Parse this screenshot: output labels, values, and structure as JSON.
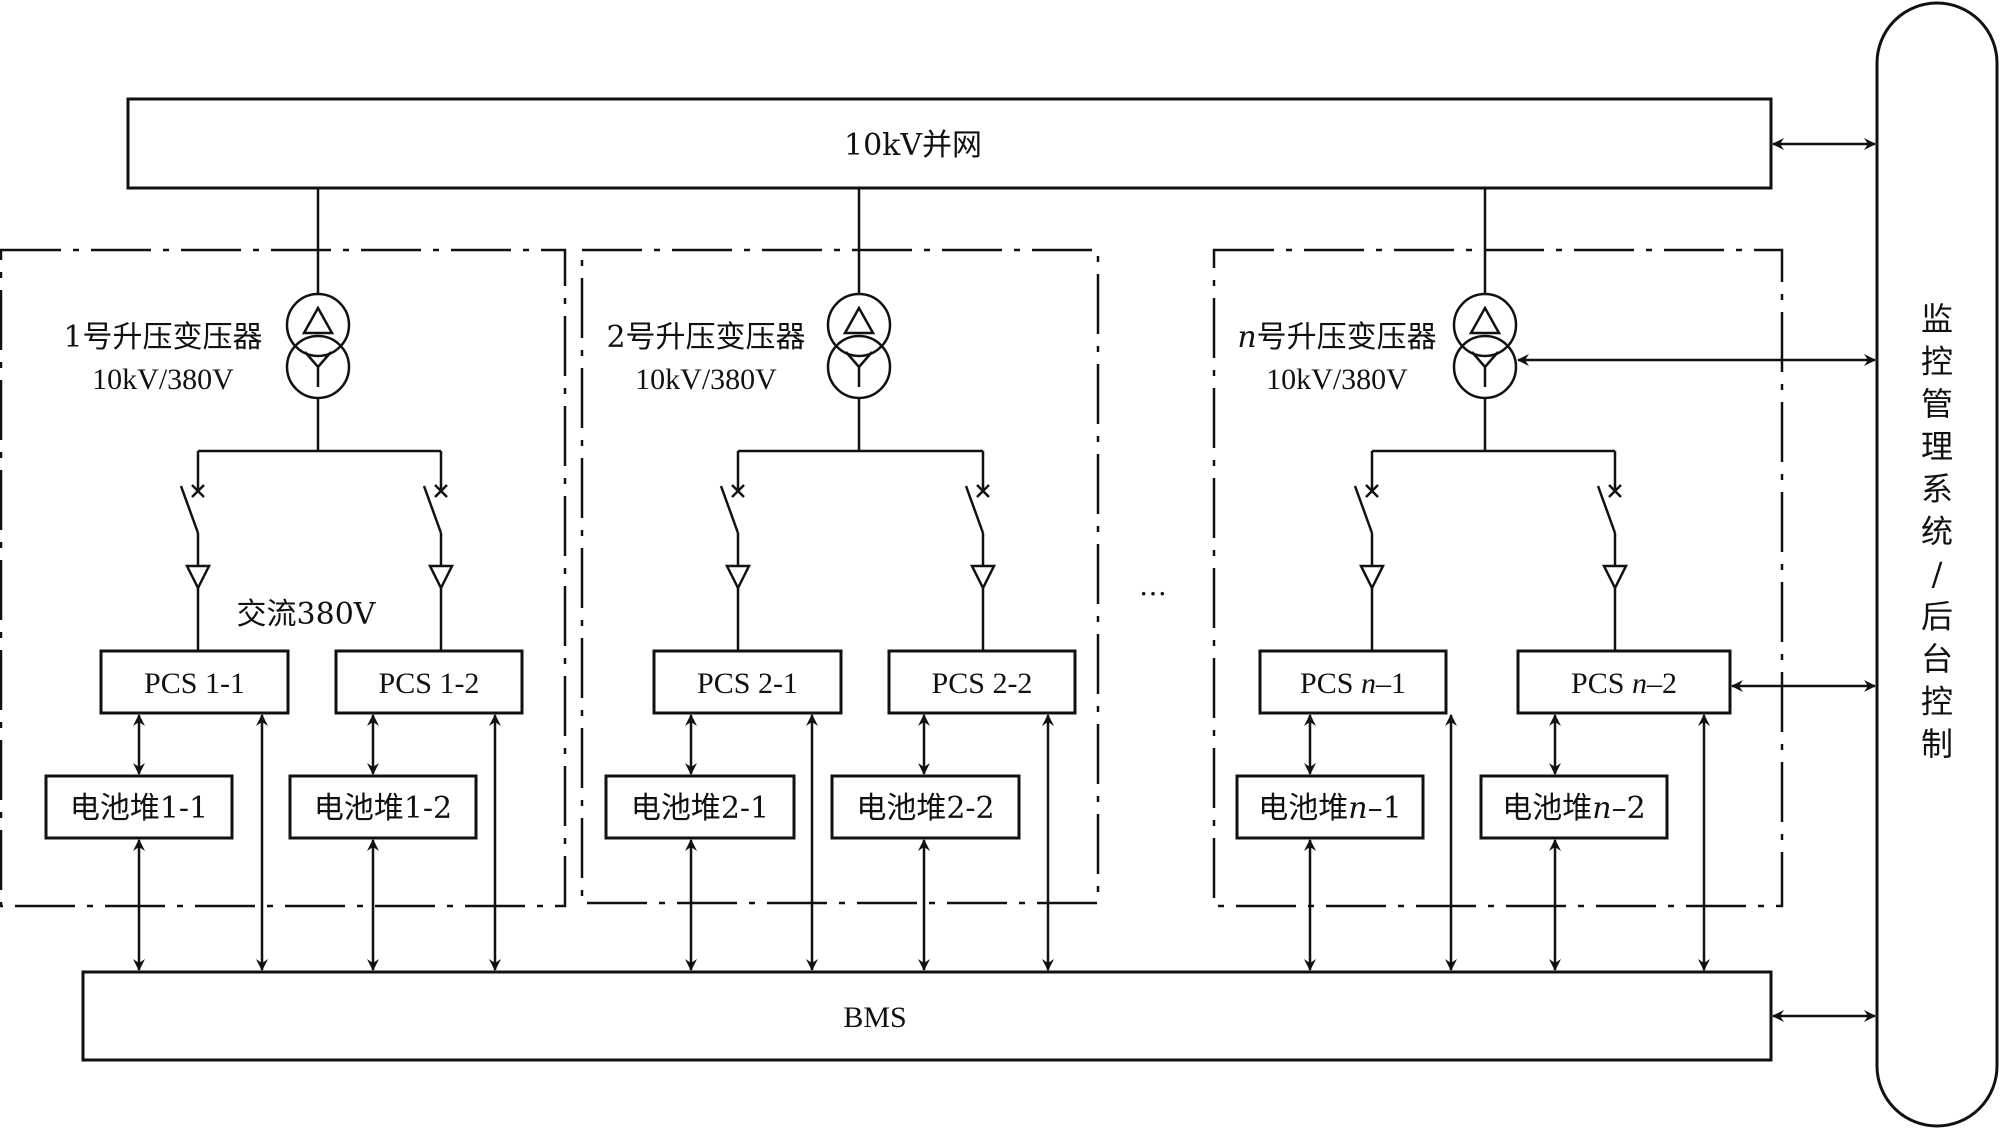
{
  "grid": {
    "label": "10kV并网"
  },
  "bms": {
    "label": "BMS"
  },
  "monitor": {
    "label_chars": [
      "监",
      "控",
      "管",
      "理",
      "系",
      "统",
      "/",
      "后",
      "台",
      "控",
      "制"
    ],
    "label": "监控管理系统/后台控制"
  },
  "ellipsis": "…",
  "ac_label": "交流380V",
  "sections": [
    {
      "id": "1",
      "transformer_label": "1号升压变压器",
      "transformer_prefix": "1",
      "transformer_suffix": "号升压变压器",
      "prefix_italic": false,
      "rating": "10kV/380V",
      "pcs": [
        {
          "label": "PCS 1-1",
          "prefix": "PCS ",
          "index": "1",
          "sep": "-",
          "num": "1",
          "italic": false
        },
        {
          "label": "PCS 1-2",
          "prefix": "PCS ",
          "index": "1",
          "sep": "-",
          "num": "2",
          "italic": false
        }
      ],
      "batteries": [
        {
          "label": "电池堆1-1",
          "prefix": "电池堆",
          "index": "1",
          "sep": "-",
          "num": "1",
          "italic": false
        },
        {
          "label": "电池堆1-2",
          "prefix": "电池堆",
          "index": "1",
          "sep": "-",
          "num": "2",
          "italic": false
        }
      ]
    },
    {
      "id": "2",
      "transformer_label": "2号升压变压器",
      "transformer_prefix": "2",
      "transformer_suffix": "号升压变压器",
      "prefix_italic": false,
      "rating": "10kV/380V",
      "pcs": [
        {
          "label": "PCS 2-1",
          "prefix": "PCS ",
          "index": "2",
          "sep": "-",
          "num": "1",
          "italic": false
        },
        {
          "label": "PCS 2-2",
          "prefix": "PCS ",
          "index": "2",
          "sep": "-",
          "num": "2",
          "italic": false
        }
      ],
      "batteries": [
        {
          "label": "电池堆2-1",
          "prefix": "电池堆",
          "index": "2",
          "sep": "-",
          "num": "1",
          "italic": false
        },
        {
          "label": "电池堆2-2",
          "prefix": "电池堆",
          "index": "2",
          "sep": "-",
          "num": "2",
          "italic": false
        }
      ]
    },
    {
      "id": "n",
      "transformer_label": "n号升压变压器",
      "transformer_prefix": "n",
      "transformer_suffix": "号升压变压器",
      "prefix_italic": true,
      "rating": "10kV/380V",
      "pcs": [
        {
          "label": "PCS n–1",
          "prefix": "PCS ",
          "index": "n",
          "sep": "–",
          "num": "1",
          "italic": true
        },
        {
          "label": "PCS n–2",
          "prefix": "PCS ",
          "index": "n",
          "sep": "–",
          "num": "2",
          "italic": true
        }
      ],
      "batteries": [
        {
          "label": "电池堆n–1",
          "prefix": "电池堆",
          "index": "n",
          "sep": "–",
          "num": "1",
          "italic": true
        },
        {
          "label": "电池堆n–2",
          "prefix": "电池堆",
          "index": "n",
          "sep": "–",
          "num": "2",
          "italic": true
        }
      ]
    }
  ]
}
